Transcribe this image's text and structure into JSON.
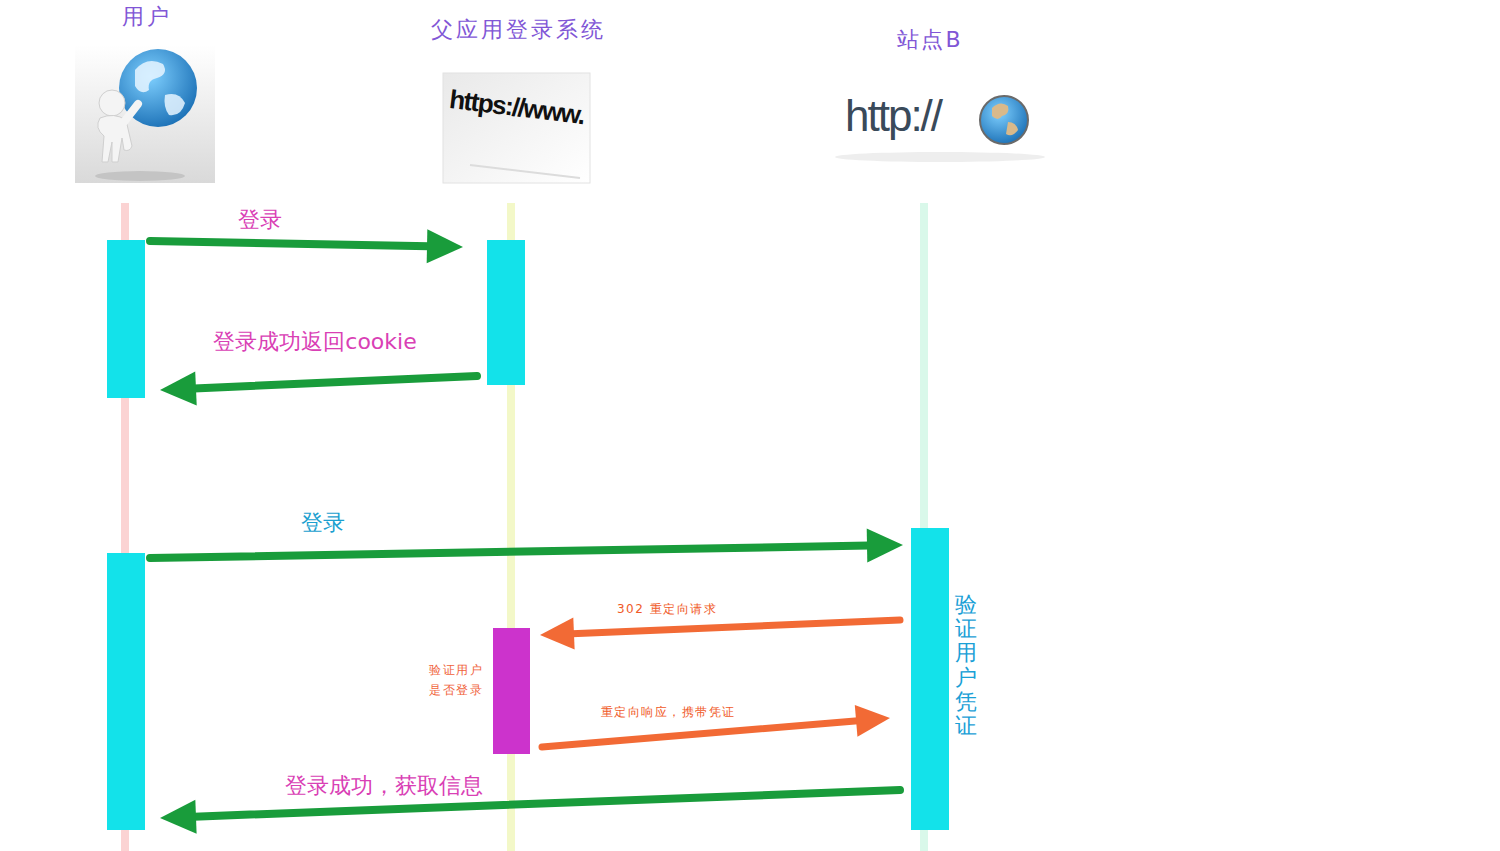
{
  "diagram": {
    "nodes": [
      {
        "text": [
          "用户"
        ]
      },
      {
        "text": [
          "父应用登录系统"
        ]
      },
      {
        "text": [
          "站点B",
          "验证用户凭证"
        ]
      },
      {
        "text": [
          "验证用户 是否登录"
        ],
        "in": 1
      }
    ],
    "edges": [
      {
        "from": 0,
        "to": 1,
        "arrow": "to",
        "label": "登录"
      },
      {
        "from": 1,
        "to": 0,
        "arrow": "to",
        "label": "登录成功返回cookie"
      },
      {
        "from": 0,
        "to": 2,
        "arrow": "to",
        "label": "登录"
      },
      {
        "from": 2,
        "to": 3,
        "arrow": "to",
        "label": "302 重定向请求"
      },
      {
        "from": 3,
        "to": 2,
        "arrow": "to",
        "label": "重定向响应，携带凭证"
      },
      {
        "from": 2,
        "to": 0,
        "arrow": "to",
        "label": "登录成功，获取信息"
      }
    ],
    "labels": [
      "https://www.",
      "http://"
    ]
  }
}
